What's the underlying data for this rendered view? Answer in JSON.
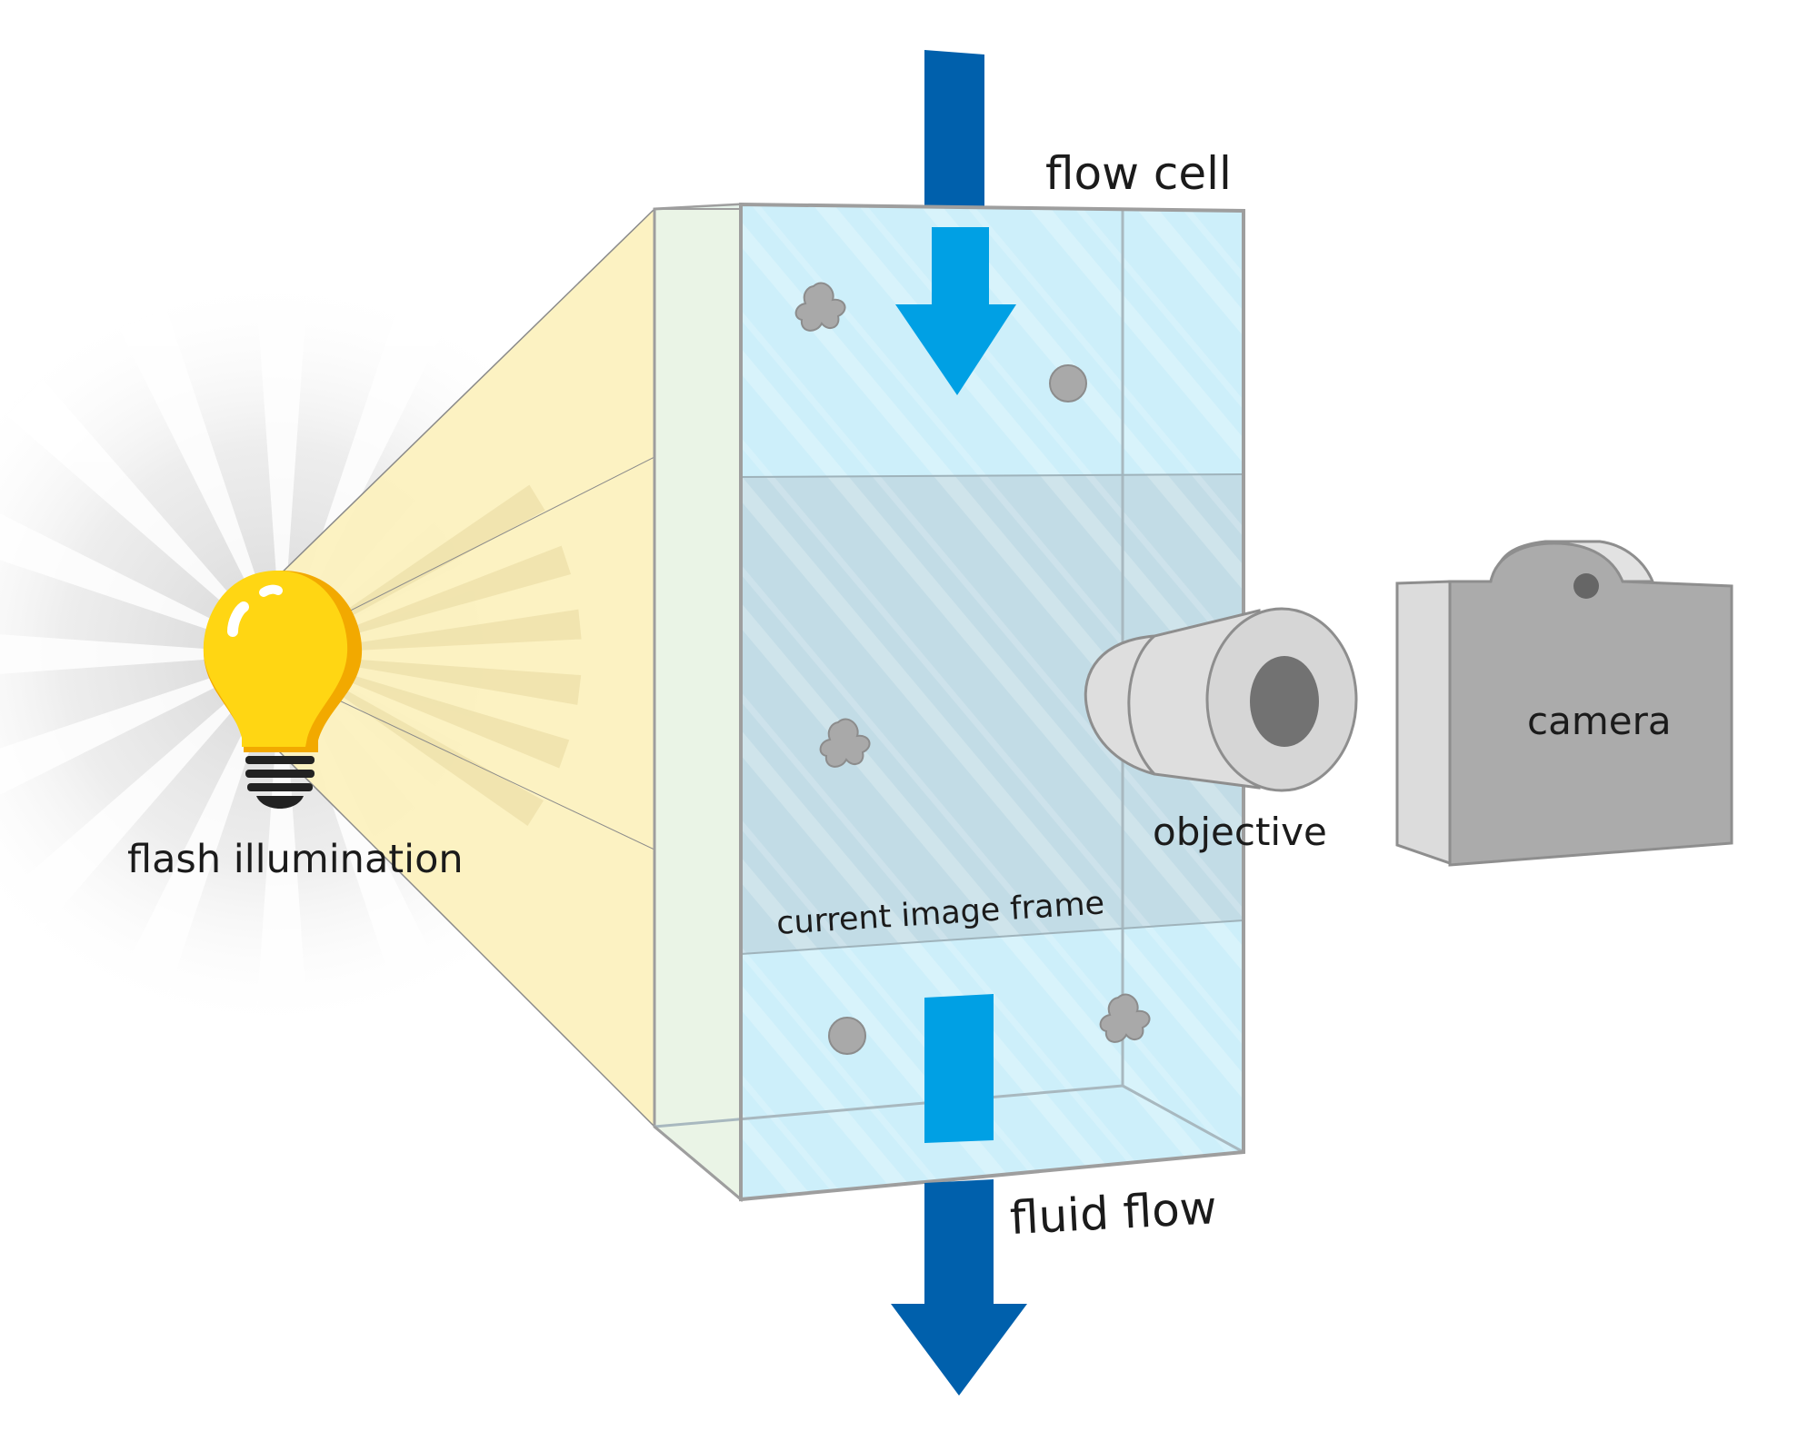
{
  "labels": {
    "flow_cell": "flow cell",
    "flash_illumination": "flash illumination",
    "current_image_frame": "current image frame",
    "objective": "objective",
    "camera": "camera",
    "fluid_flow": "fluid flow"
  },
  "icons": {
    "bulb": "light-bulb-icon",
    "camera": "camera-body-icon",
    "objective": "objective-lens-icon"
  },
  "colors": {
    "flow_arrow_dark": "#0060AC",
    "flow_arrow_light": "#00A0E4",
    "cell_glass": "#CDEFFA",
    "image_frame": "#C2DCE6",
    "light_beam": "#FCF1BF",
    "bulb": "#FFD613",
    "bulb_shadow": "#F2A900",
    "particle": "#A9A9A9",
    "camera_body": "#ABABAB",
    "objective_body": "#D9D9D9"
  }
}
